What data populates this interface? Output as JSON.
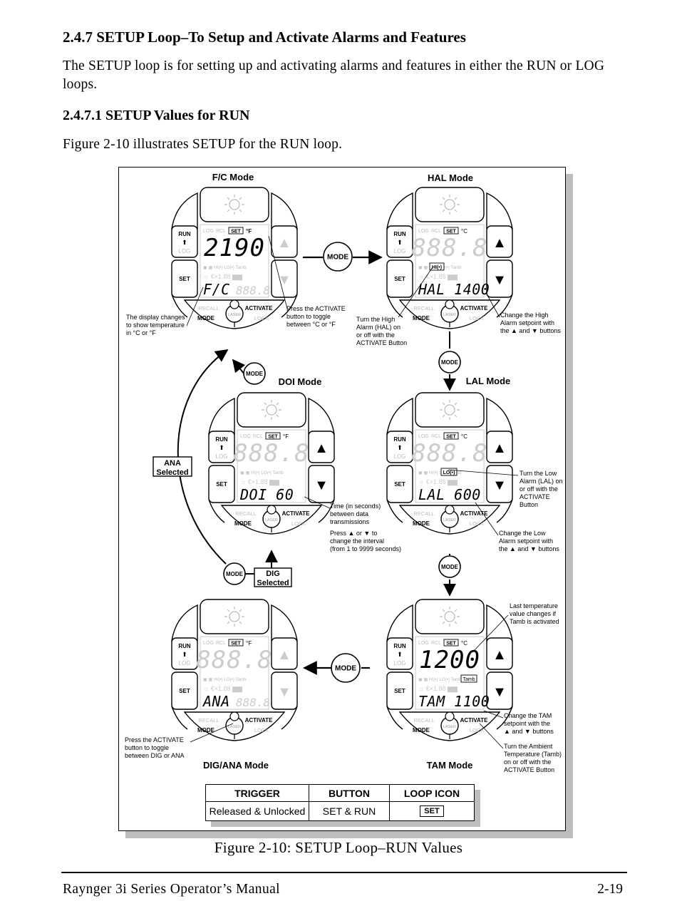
{
  "section": {
    "heading": "2.4.7    SETUP Loop–To Setup and Activate Alarms and Features",
    "intro": "The SETUP loop is for setting up and activating alarms and features in either the RUN or LOG loops.",
    "subheading": "2.4.7.1 SETUP Values for RUN",
    "figure_ref": "Figure 2-10 illustrates SETUP for the RUN loop."
  },
  "figure": {
    "caption": "Figure 2-10:  SETUP Loop–RUN Values",
    "modes": {
      "fc": {
        "title": "F/C Mode",
        "main": "2190",
        "sub": "F/C",
        "unit": "°F"
      },
      "hal": {
        "title": "HAL Mode",
        "main": "888.8",
        "sub": "HAL 1400",
        "unit": "°C"
      },
      "doi": {
        "title": "DOI Mode",
        "main": "888.8",
        "sub": "DOI    60",
        "unit": "°F"
      },
      "lal": {
        "title": "LAL Mode",
        "main": "888.8",
        "sub": "LAL 600",
        "unit": "°C"
      },
      "dig": {
        "title": "DIG/ANA Mode",
        "main": "888.8",
        "sub": "ANA",
        "unit": "°F"
      },
      "tam": {
        "title": "TAM Mode",
        "main": "1200",
        "sub": "TAM 1100",
        "unit": "°C"
      }
    },
    "device_labels": {
      "run": "RUN",
      "log": "LOG",
      "set": "SET",
      "recall": "RECALL",
      "activate": "ACTIVATE",
      "mode": "MODE",
      "lock": "LOCK",
      "laser": "LASER",
      "rcl": "RCL",
      "hi_icon": "HI(•)",
      "lo_icon": "LO(•)",
      "tamb_icon": "Tamb"
    },
    "arrows": {
      "mode": "MODE",
      "ana_selected": [
        "ANA",
        "Selected"
      ],
      "dig_selected": [
        "DIG",
        "Selected"
      ]
    },
    "annotations": {
      "fc_display": [
        "The display changes",
        "to show temperature",
        "in °C or °F"
      ],
      "fc_activate": [
        "Press the ACTIVATE",
        "button to toggle",
        "between °C or °F"
      ],
      "hal_turn": [
        "Turn the High",
        "Alarm (HAL) on",
        "or off with the",
        "ACTIVATE Button"
      ],
      "hal_change": [
        "Change the High",
        "Alarm setpoint with",
        "the ▲ and ▼ buttons"
      ],
      "doi_time": [
        "Time (in seconds)",
        "between data",
        "transmissions"
      ],
      "doi_press": [
        "Press ▲ or ▼ to",
        "change the interval",
        "(from 1 to 9999 seconds)"
      ],
      "lal_turn": [
        "Turn the Low",
        "Alarm (LAL) on",
        "or off with the",
        "ACTIVATE",
        "Button"
      ],
      "lal_change": [
        "Change the Low",
        "Alarm setpoint with",
        "the ▲ and ▼ buttons"
      ],
      "tam_last": [
        "Last temperature",
        "value changes if",
        "Tamb is activated"
      ],
      "tam_change": [
        "Change the TAM",
        "setpoint with the",
        "▲ and ▼ buttons"
      ],
      "tam_turn": [
        "Turn the Ambient",
        "Temperature (Tamb)",
        "on or off with the",
        "ACTIVATE Button"
      ],
      "dig_press": [
        "Press the ACTIVATE",
        "button to toggle",
        "between DIG or ANA"
      ]
    },
    "table": {
      "headers": [
        "TRIGGER",
        "BUTTON",
        "LOOP ICON"
      ],
      "row": [
        "Released & Unlocked",
        "SET & RUN",
        "SET"
      ]
    }
  },
  "footer": {
    "manual": "Raynger 3i Series Operator’s Manual",
    "page": "2-19"
  }
}
